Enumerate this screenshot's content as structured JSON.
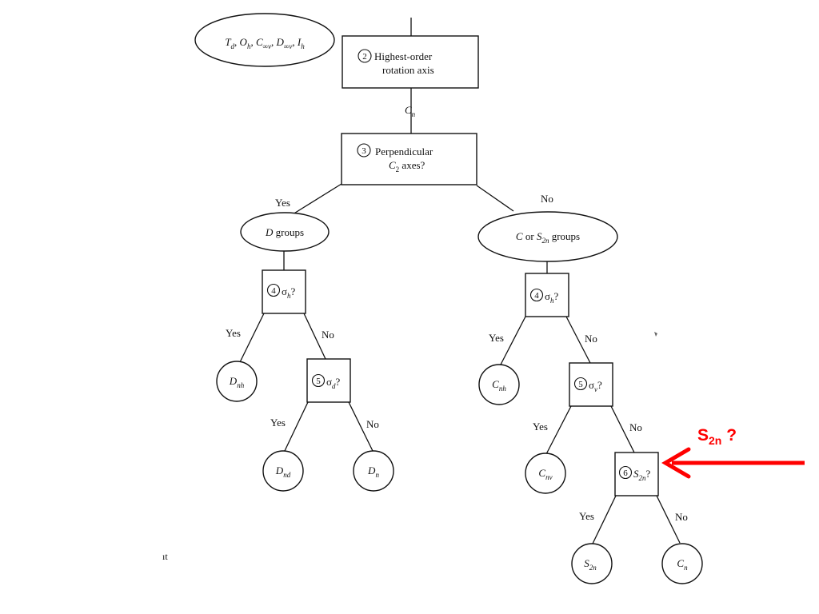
{
  "diagram": {
    "top_oval": {
      "parts": [
        {
          "base": "T",
          "sub": "d",
          "sep": ", "
        },
        {
          "base": "O",
          "sub": "h",
          "sep": ", "
        },
        {
          "base": "C",
          "sub": "∞v",
          "sep": ", "
        },
        {
          "base": "D",
          "sub": "∞v",
          "sep": ", "
        },
        {
          "base": "I",
          "sub": "h",
          "sep": ""
        }
      ]
    },
    "step2": {
      "num": "2",
      "line1": "Highest-order",
      "line2": "rotation axis"
    },
    "edge_cn": {
      "base": "C",
      "sub": "n"
    },
    "step3": {
      "num": "3",
      "line1": "Perpendicular",
      "line2_base": "C",
      "line2_sub": "2",
      "line2_rest": " axes?"
    },
    "yes": "Yes",
    "no": "No",
    "d_groups": {
      "italic": "D",
      "rest": " groups"
    },
    "cs_groups": {
      "italic1": "C",
      "mid": " or ",
      "italic2": "S",
      "sub": "2n",
      "rest": " groups"
    },
    "q_sigma_h": {
      "num": "4",
      "sym": "σ",
      "sub": "h",
      "q": "?"
    },
    "q_sigma_d": {
      "num": "5",
      "sym": "σ",
      "sub": "d",
      "q": "?"
    },
    "q_sigma_v": {
      "num": "5",
      "sym": "σ",
      "sub": "v",
      "q": "?"
    },
    "q_s2n": {
      "num": "6",
      "base": "S",
      "sub": "2n",
      "q": "?"
    },
    "leaf_dnh": {
      "base": "D",
      "sub": "nh"
    },
    "leaf_dnd": {
      "base": "D",
      "sub": "nd"
    },
    "leaf_dn": {
      "base": "D",
      "sub": "n"
    },
    "leaf_cnh": {
      "base": "C",
      "sub": "nh"
    },
    "leaf_cnv": {
      "base": "C",
      "sub": "nv"
    },
    "leaf_s2n": {
      "base": "S",
      "sub": "2n"
    },
    "leaf_cn": {
      "base": "C",
      "sub": "n"
    },
    "stray_text": "ıt"
  },
  "annotation": {
    "label_base": "S",
    "label_sub": "2n",
    "label_q": " ?",
    "color": "#ff0000"
  }
}
